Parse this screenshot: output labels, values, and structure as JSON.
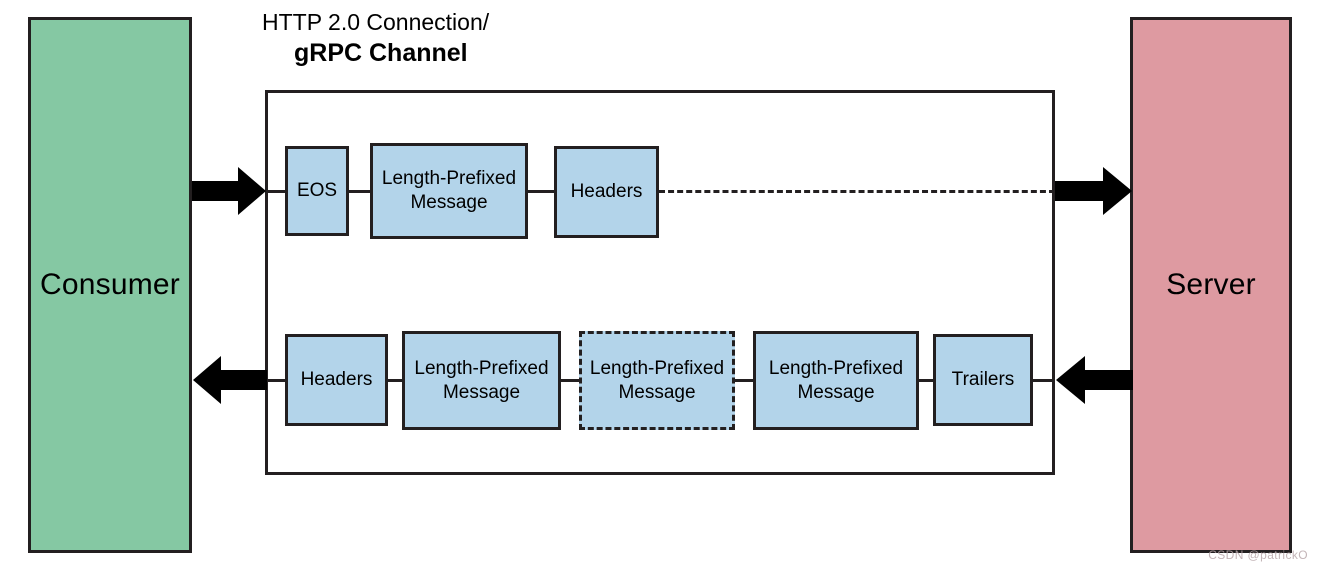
{
  "diagram": {
    "title_line_1": "HTTP 2.0 Connection/",
    "title_line_2": "gRPC Channel",
    "watermark": "CSDN @patrickO"
  },
  "endpoints": {
    "left": {
      "label": "Consumer",
      "color": "#85c8a3"
    },
    "right": {
      "label": "Server",
      "color": "#de9aa1"
    }
  },
  "colors": {
    "message_box_fill": "#b3d4ea",
    "stroke": "#231f20",
    "background": "#ffffff"
  },
  "request_stream": {
    "direction": "consumer-to-server",
    "boxes": [
      {
        "label": "EOS",
        "style": "solid"
      },
      {
        "label": "Length-Prefixed\nMessage",
        "style": "solid"
      },
      {
        "label": "Headers",
        "style": "solid"
      }
    ],
    "trailing_connector": "dashed"
  },
  "response_stream": {
    "direction": "server-to-consumer",
    "boxes": [
      {
        "label": "Headers",
        "style": "solid"
      },
      {
        "label": "Length-Prefixed\nMessage",
        "style": "solid"
      },
      {
        "label": "Length-Prefixed\nMessage",
        "style": "dashed"
      },
      {
        "label": "Length-Prefixed\nMessage",
        "style": "solid"
      },
      {
        "label": "Trailers",
        "style": "solid"
      }
    ],
    "trailing_connector": "solid"
  }
}
